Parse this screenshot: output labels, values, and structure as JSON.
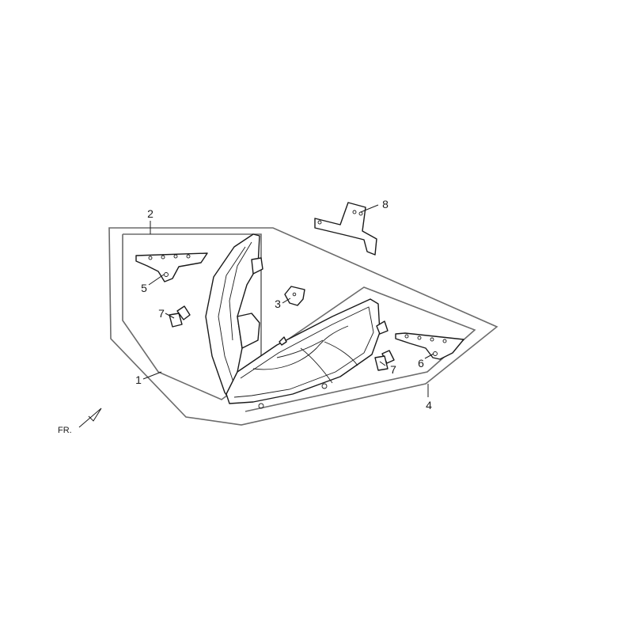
{
  "callouts": [
    {
      "id": "1",
      "label": "1"
    },
    {
      "id": "2",
      "label": "2"
    },
    {
      "id": "3",
      "label": "3"
    },
    {
      "id": "4",
      "label": "4"
    },
    {
      "id": "5",
      "label": "5"
    },
    {
      "id": "6",
      "label": "6"
    },
    {
      "id": "7a",
      "label": "7"
    },
    {
      "id": "7b",
      "label": "7"
    },
    {
      "id": "8",
      "label": "8"
    }
  ],
  "orientation": {
    "label": "FR."
  },
  "colors": {
    "line": "#1a1a1a",
    "outline": "#6b6b6b",
    "background": "#ffffff"
  }
}
